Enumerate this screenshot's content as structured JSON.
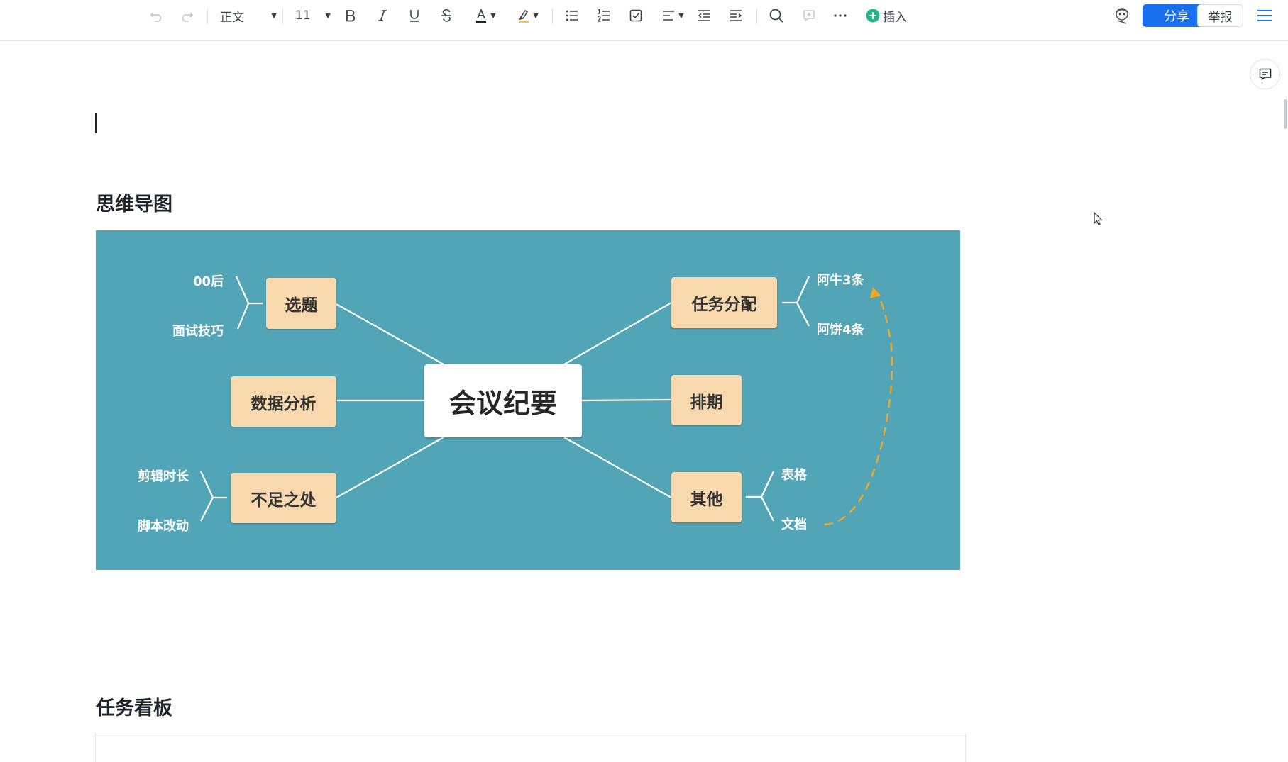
{
  "toolbar": {
    "paragraph_style": "正文",
    "font_size": "11",
    "insert_label": "插入",
    "share_label": "分享",
    "report_label": "举报"
  },
  "document": {
    "sections": [
      {
        "heading": "思维导图"
      },
      {
        "heading": "任务看板"
      }
    ]
  },
  "mindmap": {
    "center": "会议纪要",
    "background_color": "#52a5b6",
    "node_color": "#f8d9ad",
    "arrow_color": "#f5a623",
    "left_nodes": [
      {
        "label": "选题",
        "leaves": [
          "00后",
          "面试技巧"
        ]
      },
      {
        "label": "数据分析",
        "leaves": []
      },
      {
        "label": "不足之处",
        "leaves": [
          "剪辑时长",
          "脚本改动"
        ]
      }
    ],
    "right_nodes": [
      {
        "label": "任务分配",
        "leaves": [
          "阿牛3条",
          "阿饼4条"
        ]
      },
      {
        "label": "排期",
        "leaves": []
      },
      {
        "label": "其他",
        "leaves": [
          "表格",
          "文档"
        ]
      }
    ]
  },
  "colors": {
    "primary": "#1a6ff0",
    "insert_icon": "#20b883"
  }
}
